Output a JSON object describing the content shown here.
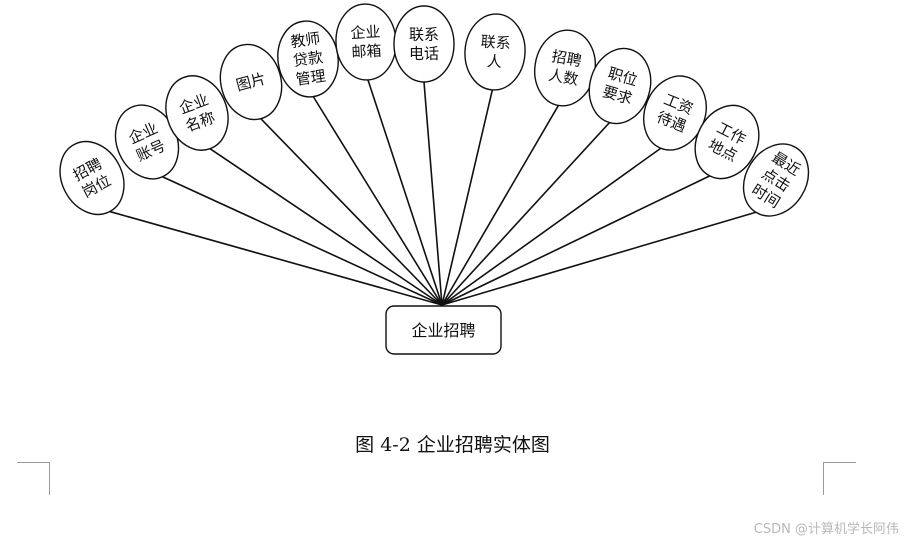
{
  "entity": {
    "label": "企业招聘"
  },
  "attributes": [
    [
      "招聘",
      "岗位"
    ],
    [
      "企业",
      "账号"
    ],
    [
      "企业",
      "名称"
    ],
    [
      "图片"
    ],
    [
      "教师",
      "贷款",
      "管理"
    ],
    [
      "企业",
      "邮箱"
    ],
    [
      "联系",
      "电话"
    ],
    [
      "联系",
      "人"
    ],
    [
      "招聘",
      "人数"
    ],
    [
      "职位",
      "要求"
    ],
    [
      "工资",
      "待遇"
    ],
    [
      "工作",
      "地点"
    ],
    [
      "最近",
      "点击",
      "时间"
    ]
  ],
  "caption": "图 4-2 企业招聘实体图",
  "watermark": "CSDN @计算机学长阿伟"
}
